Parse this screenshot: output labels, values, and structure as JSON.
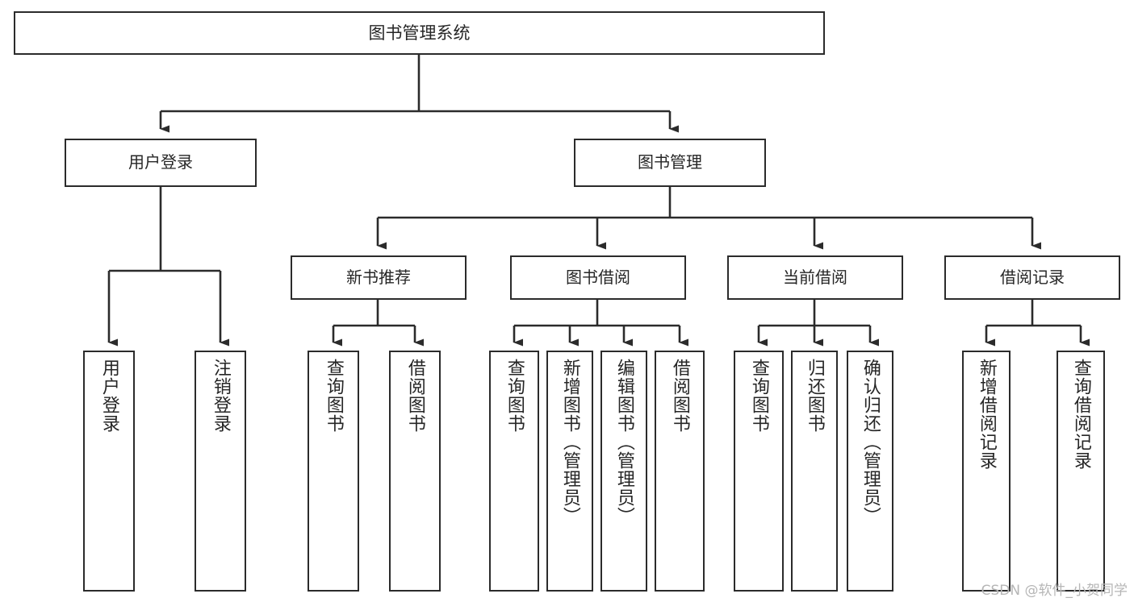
{
  "diagram": {
    "title": "图书管理系统",
    "type": "tree",
    "root": {
      "label": "图书管理系统"
    },
    "level2": [
      {
        "label": "用户登录"
      },
      {
        "label": "图书管理"
      }
    ],
    "level3": [
      {
        "label": "新书推荐"
      },
      {
        "label": "图书借阅"
      },
      {
        "label": "当前借阅"
      },
      {
        "label": "借阅记录"
      }
    ],
    "leaves": {
      "user_login": [
        {
          "label": "用户登录"
        },
        {
          "label": "注销登录"
        }
      ],
      "new_book_recommend": [
        {
          "label": "查询图书"
        },
        {
          "label": "借阅图书"
        }
      ],
      "book_borrow": [
        {
          "label": "查询图书"
        },
        {
          "label": "新增图书（管理员）"
        },
        {
          "label": "编辑图书（管理员）"
        },
        {
          "label": "借阅图书"
        }
      ],
      "current_borrow": [
        {
          "label": "查询图书"
        },
        {
          "label": "归还图书"
        },
        {
          "label": "确认归还（管理员）"
        }
      ],
      "borrow_record": [
        {
          "label": "新增借阅记录"
        },
        {
          "label": "查询借阅记录"
        }
      ]
    }
  },
  "watermark": {
    "text": "CSDN @软件_小贺同学"
  },
  "colors": {
    "stroke": "#2b2b2b",
    "fill": "#ffffff",
    "text": "#262626",
    "watermark": "#b6b6b6"
  }
}
